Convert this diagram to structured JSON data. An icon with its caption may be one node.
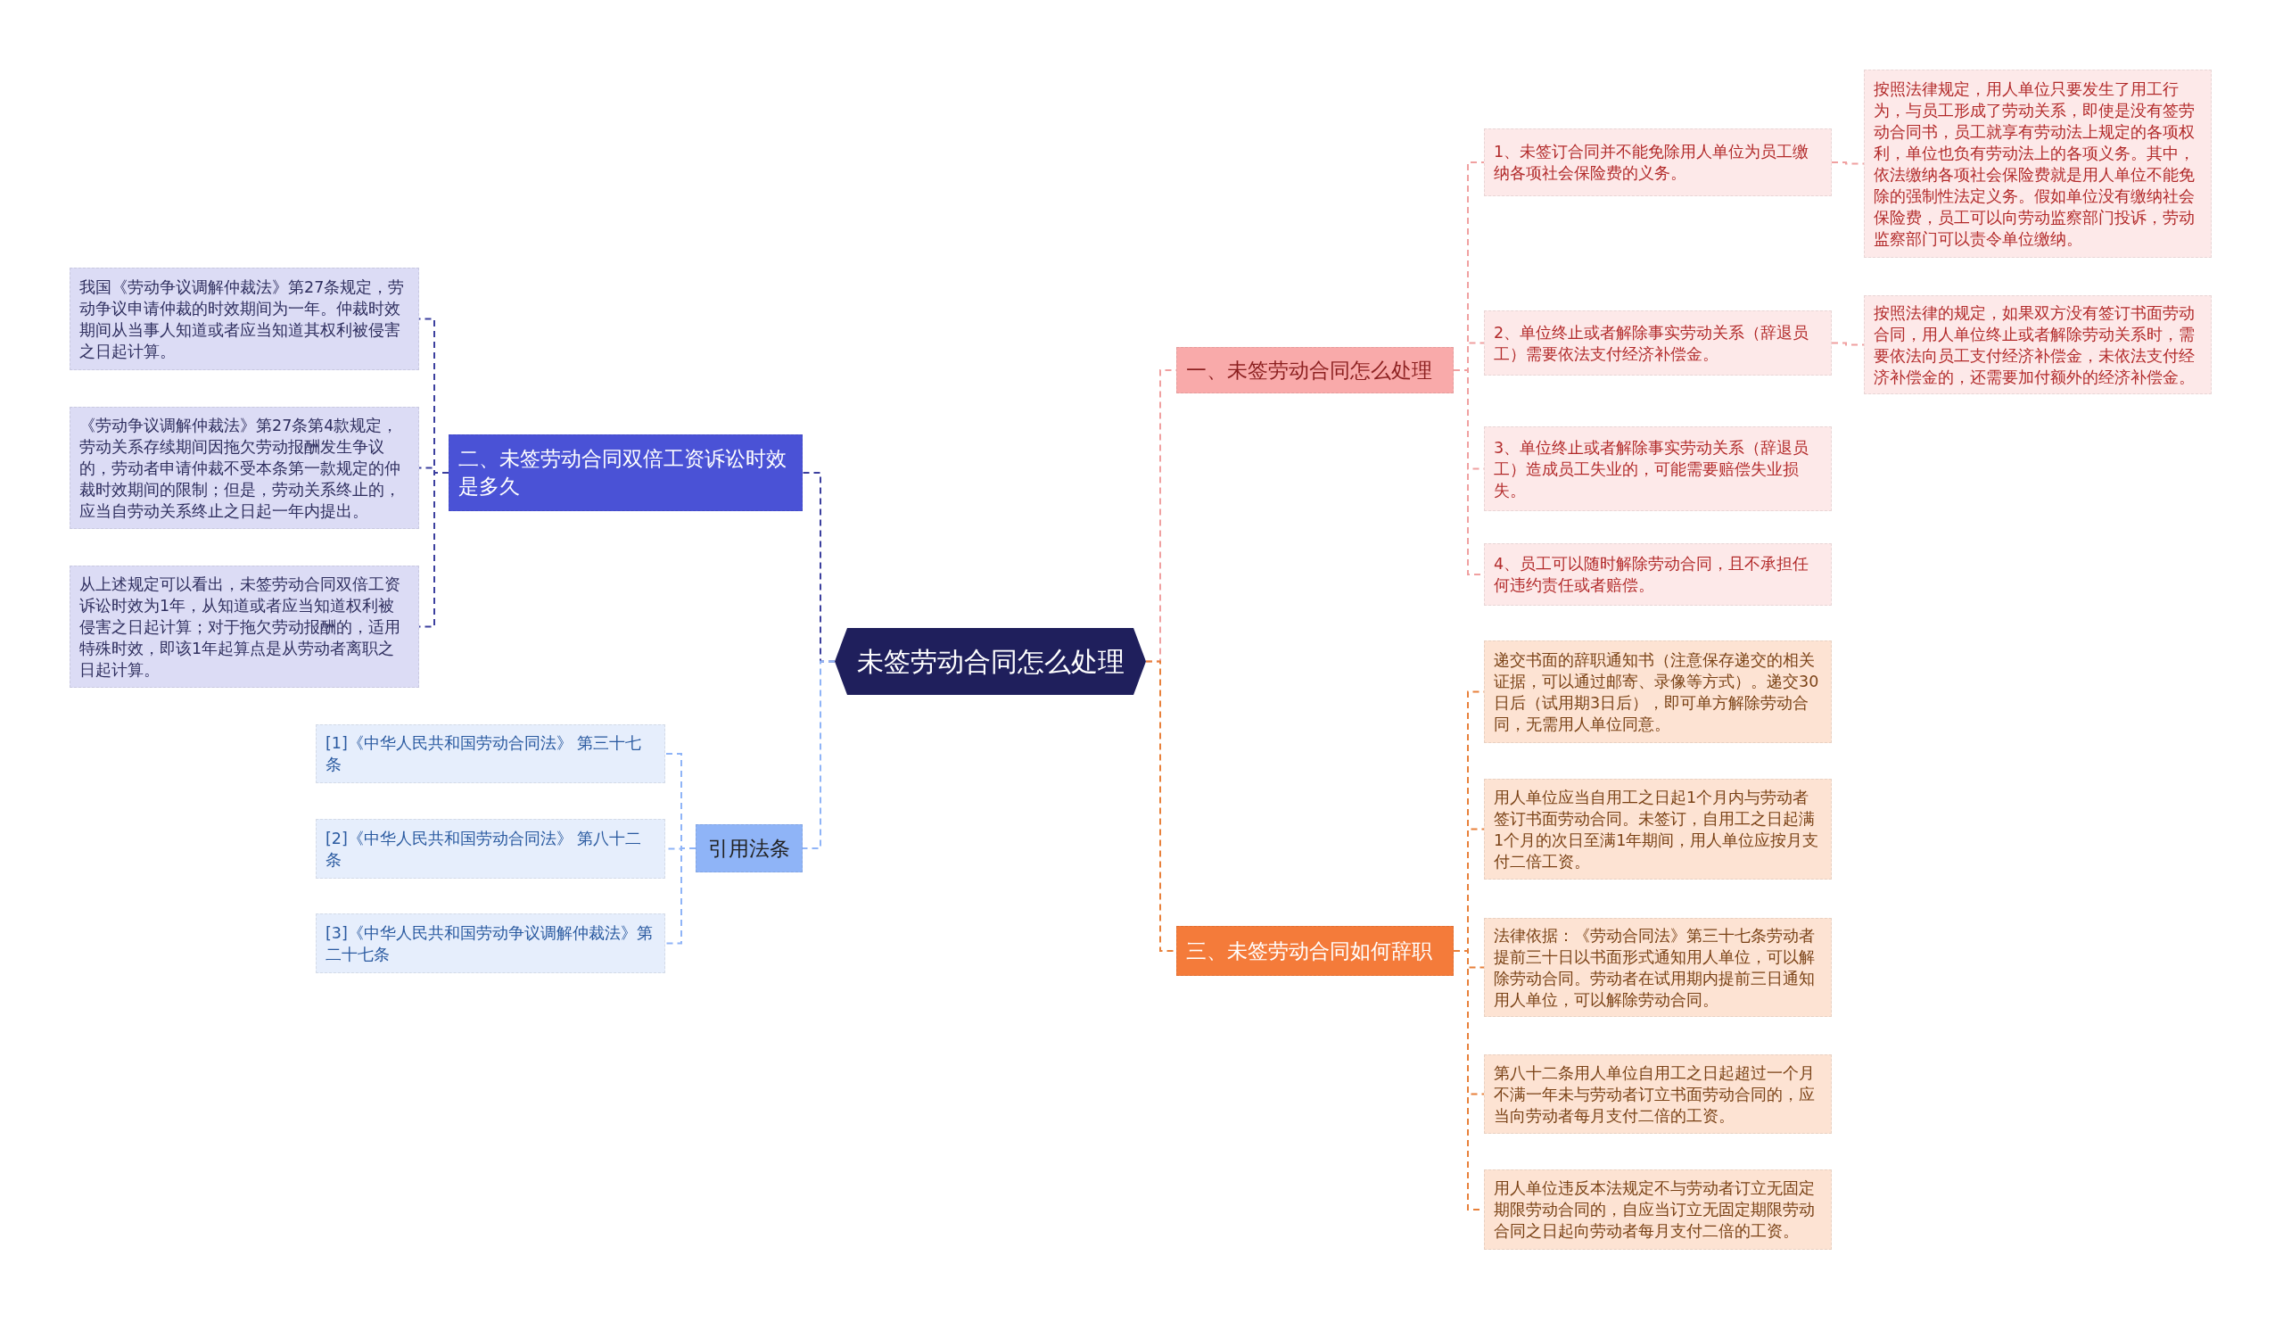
{
  "diagram": {
    "nodes": [
      {
        "text": [
          "未签劳动合同怎么处理"
        ]
      },
      {
        "text": [
          "一、未签劳动合同怎么处理"
        ]
      },
      {
        "text": [
          "1、未签订合同并不能免除用人单位为员工缴纳各项社会保险费的义务。"
        ]
      },
      {
        "text": [
          "按照法律规定，用人单位只要发生了用工行为，与员工形成了劳动关系，即使是没有签劳动合同书，员工就享有劳动法上规定的各项权利，单位也负有劳动法上的各项义务。其中，依法缴纳各项社会保险费就是用人单位不能免除的强制性法定义务。假如单位没有缴纳社会保险费，员工可以向劳动监察部门投诉，劳动监察部门可以责令单位缴纳。"
        ]
      },
      {
        "text": [
          "2、单位终止或者解除事实劳动关系（辞退员工）需要依法支付经济补偿金。"
        ]
      },
      {
        "text": [
          "按照法律的规定，如果双方没有签订书面劳动合同，用人单位终止或者解除劳动关系时，需要依法向员工支付经济补偿金，未依法支付经济补偿金的，还需要加付额外的经济补偿金。"
        ]
      },
      {
        "text": [
          "3、单位终止或者解除事实劳动关系（辞退员工）造成员工失业的，可能需要赔偿失业损失。"
        ]
      },
      {
        "text": [
          "4、员工可以随时解除劳动合同，且不承担任何违约责任或者赔偿。"
        ]
      },
      {
        "text": [
          "三、未签劳动合同如何辞职"
        ]
      },
      {
        "text": [
          "递交书面的辞职通知书（注意保存递交的相关证据，可以通过邮寄、录像等方式）。递交30日后（试用期3日后），即可单方解除劳动合同，无需用人单位同意。"
        ]
      },
      {
        "text": [
          "用人单位应当自用工之日起1个月内与劳动者签订书面劳动合同。未签订，自用工之日起满1个月的次日至满1年期间，用人单位应按月支付二倍工资。"
        ]
      },
      {
        "text": [
          "法律依据：《劳动合同法》第三十七条劳动者提前三十日以书面形式通知用人单位，可以解除劳动合同。劳动者在试用期内提前三日通知用人单位，可以解除劳动合同。"
        ]
      },
      {
        "text": [
          "第八十二条用人单位自用工之日起超过一个月不满一年未与劳动者订立书面劳动合同的，应当向劳动者每月支付二倍的工资。"
        ]
      },
      {
        "text": [
          "用人单位违反本法规定不与劳动者订立无固定期限劳动合同的，自应当订立无固定期限劳动合同之日起向劳动者每月支付二倍的工资。"
        ]
      },
      {
        "text": [
          "二、未签劳动合同双倍工资诉讼时效是多久"
        ]
      },
      {
        "text": [
          "我国《劳动争议调解仲裁法》第27条规定，劳动争议申请仲裁的时效期间为一年。仲裁时效期间从当事人知道或者应当知道其权利被侵害之日起计算。"
        ]
      },
      {
        "text": [
          "《劳动争议调解仲裁法》第27条第4款规定，劳动关系存续期间因拖欠劳动报酬发生争议的，劳动者申请仲裁不受本条第一款规定的仲裁时效期间的限制；但是，劳动关系终止的，应当自劳动关系终止之日起一年内提出。"
        ]
      },
      {
        "text": [
          "从上述规定可以看出，未签劳动合同双倍工资诉讼时效为1年，从知道或者应当知道权利被侵害之日起计算；对于拖欠劳动报酬的，适用特殊时效，即该1年起算点是从劳动者离职之日起计算。"
        ]
      },
      {
        "text": [
          "引用法条"
        ]
      },
      {
        "text": [
          "[1]《中华人民共和国劳动合同法》 第三十七条"
        ]
      },
      {
        "text": [
          "[2]《中华人民共和国劳动合同法》 第八十二条"
        ]
      },
      {
        "text": [
          "[3]《中华人民共和国劳动争议调解仲裁法》第二十七条"
        ]
      }
    ],
    "edges": [
      {
        "from": 0,
        "to": 1,
        "arrow": "none",
        "style": "dashed",
        "color": "#f0a0a0"
      },
      {
        "from": 1,
        "to": 2,
        "arrow": "none",
        "style": "dashed",
        "color": "#f0a0a0"
      },
      {
        "from": 2,
        "to": 3,
        "arrow": "none",
        "style": "dashed",
        "color": "#f0a0a0"
      },
      {
        "from": 1,
        "to": 4,
        "arrow": "none",
        "style": "dashed",
        "color": "#f0a0a0"
      },
      {
        "from": 4,
        "to": 5,
        "arrow": "none",
        "style": "dashed",
        "color": "#f0a0a0"
      },
      {
        "from": 1,
        "to": 6,
        "arrow": "none",
        "style": "dashed",
        "color": "#f0a0a0"
      },
      {
        "from": 1,
        "to": 7,
        "arrow": "none",
        "style": "dashed",
        "color": "#f0a0a0"
      },
      {
        "from": 0,
        "to": 8,
        "arrow": "none",
        "style": "dashed",
        "color": "#e8803a"
      },
      {
        "from": 8,
        "to": 9,
        "arrow": "none",
        "style": "dashed",
        "color": "#e8803a"
      },
      {
        "from": 8,
        "to": 10,
        "arrow": "none",
        "style": "dashed",
        "color": "#e8803a"
      },
      {
        "from": 8,
        "to": 11,
        "arrow": "none",
        "style": "dashed",
        "color": "#e8803a"
      },
      {
        "from": 8,
        "to": 12,
        "arrow": "none",
        "style": "dashed",
        "color": "#e8803a"
      },
      {
        "from": 8,
        "to": 13,
        "arrow": "none",
        "style": "dashed",
        "color": "#e8803a"
      },
      {
        "from": 0,
        "to": 14,
        "arrow": "none",
        "style": "dashed",
        "color": "#3b3f9e"
      },
      {
        "from": 14,
        "to": 15,
        "arrow": "none",
        "style": "dashed",
        "color": "#3b3f9e"
      },
      {
        "from": 14,
        "to": 16,
        "arrow": "none",
        "style": "dashed",
        "color": "#3b3f9e"
      },
      {
        "from": 14,
        "to": 17,
        "arrow": "none",
        "style": "dashed",
        "color": "#3b3f9e"
      },
      {
        "from": 0,
        "to": 18,
        "arrow": "none",
        "style": "dashed",
        "color": "#8fb4f7"
      },
      {
        "from": 18,
        "to": 19,
        "arrow": "none",
        "style": "dashed",
        "color": "#8fb4f7"
      },
      {
        "from": 18,
        "to": 20,
        "arrow": "none",
        "style": "dashed",
        "color": "#8fb4f7"
      },
      {
        "from": 18,
        "to": 21,
        "arrow": "none",
        "style": "dashed",
        "color": "#8fb4f7"
      }
    ]
  }
}
